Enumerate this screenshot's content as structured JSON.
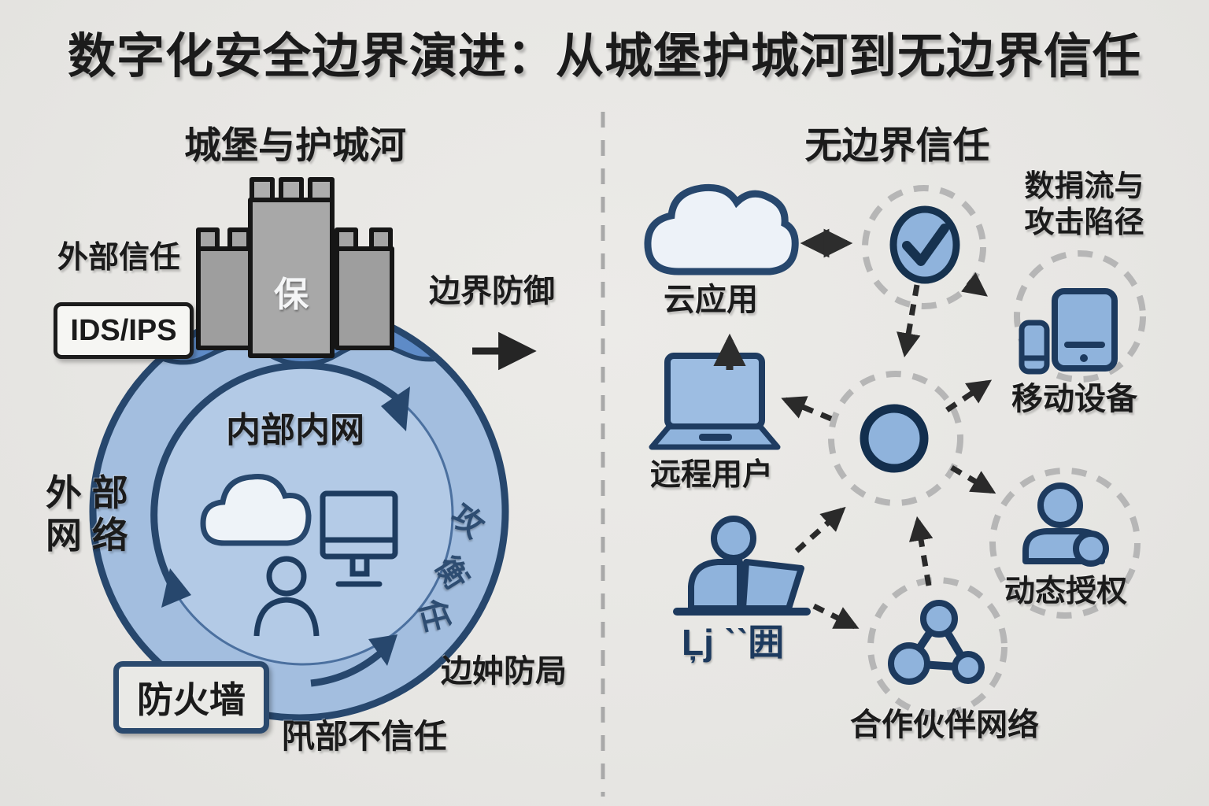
{
  "title": "数字化安全边界演进：从城堡护城河到无边界信任",
  "left_panel": {
    "heading": "城堡与护城河",
    "labels": {
      "external_trust": "外部信任",
      "ids_ips": "IDS/IPS",
      "perimeter_defense": "边界防御",
      "castle_char": "保",
      "internal_intranet": "内部内网",
      "external_network_line1": "外 部",
      "external_network_line2": "网 络",
      "firewall": "防火墙",
      "internal_distrust": "阠部不信任",
      "perimeter_defense_bottom": "边妕防局",
      "attack_path_chars": [
        "攻",
        "衡",
        "任"
      ]
    },
    "icons": [
      "castle-icon",
      "moat-circle",
      "cloud-icon",
      "monitor-icon",
      "person-icon",
      "rotation-arrows",
      "perimeter-arrow"
    ]
  },
  "right_panel": {
    "heading": "无边界信任",
    "labels": {
      "cloud_app": "云应用",
      "data_flow_line1": "数捐流与",
      "data_flow_line2": "攻击陷径",
      "mobile_devices": "移动设备",
      "remote_user": "远程用户",
      "dynamic_auth": "动态授权",
      "partner_network": "合作伙伴网络",
      "desk_gibberish": "Ļj ˋˋ囲"
    },
    "icons": [
      "cloud-icon",
      "check-icon",
      "hub-node",
      "laptop-icon",
      "person-desk-icon",
      "phone-icon",
      "tablet-icon",
      "person-badge-icon",
      "partner-network-icon",
      "dashed-rings",
      "dashed-arrows"
    ]
  },
  "colors": {
    "background": "#e9e8e5",
    "navy_outline": "#27476d",
    "icon_blue": "#8fb3dc",
    "moat_blue": "#a3bedf",
    "inner_blue": "#b4cbe7",
    "water_blue": "#5e8bc7",
    "castle_gray": "#a8a8a8",
    "dashed_ring_gray": "#b6b6b6",
    "arrow_dark": "#2d2d2d",
    "text_dark": "#1b1b1b"
  }
}
